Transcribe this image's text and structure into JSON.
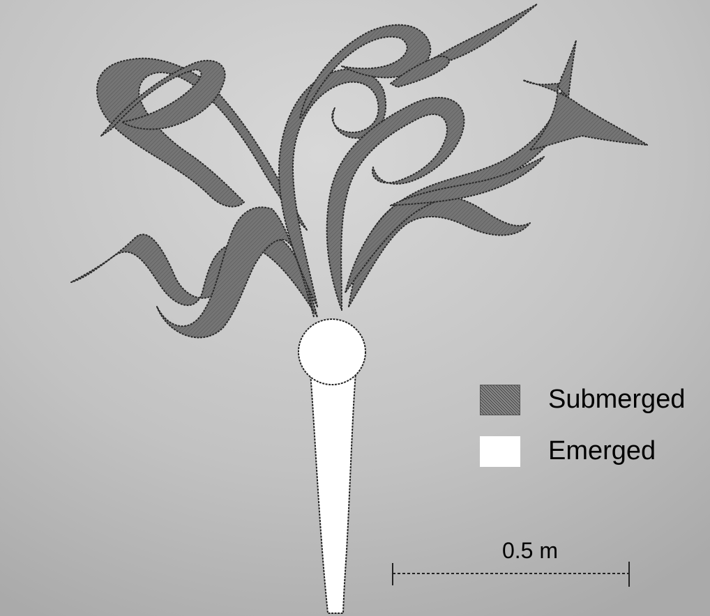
{
  "figure": {
    "legend": [
      {
        "label": "Submerged",
        "color": "#6b6b6b"
      },
      {
        "label": "Emerged",
        "color": "#ffffff"
      }
    ],
    "scale_bar": {
      "label": "0.5 m"
    },
    "colors": {
      "background": "#c4c4c4",
      "frond": "#6d6d6d",
      "frond_outline": "#2a2a2a",
      "stipe": "#ffffff"
    }
  }
}
